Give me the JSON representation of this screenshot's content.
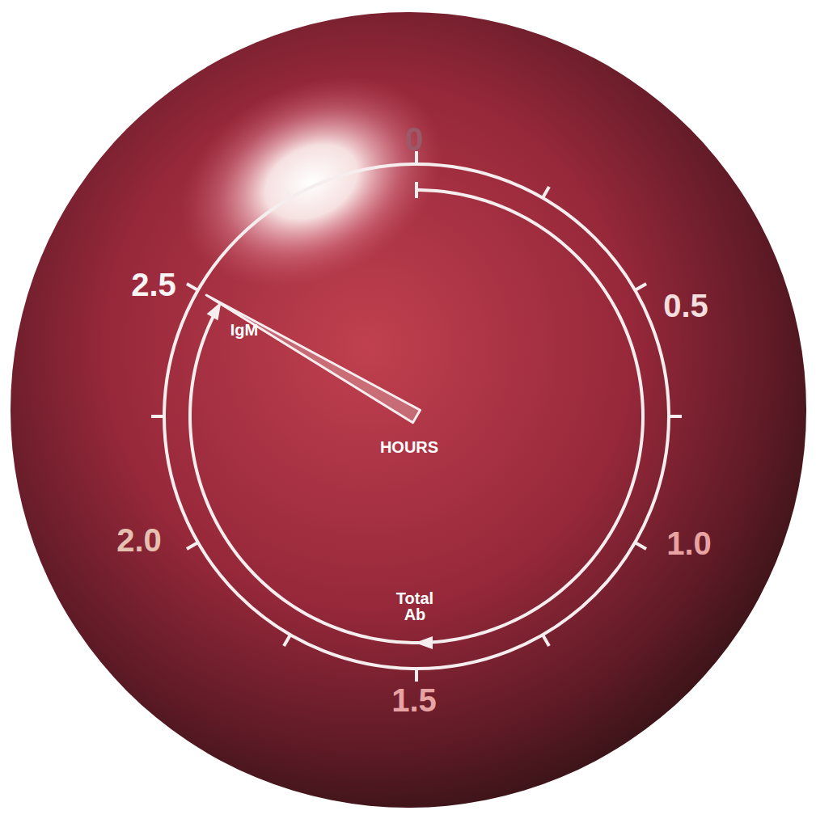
{
  "diagram": {
    "labels": [
      "0",
      "0.5",
      "1.0",
      "1.5",
      "2.0",
      "2.5",
      "IgM",
      "Total Ab",
      "HOURS"
    ]
  }
}
